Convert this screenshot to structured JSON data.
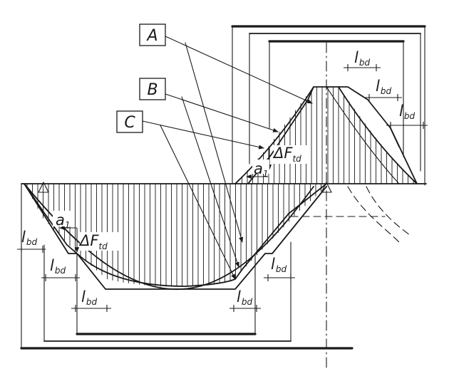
{
  "labels": {
    "A": "A",
    "B": "B",
    "C": "C",
    "l": "l",
    "bd": "bd",
    "a": "a",
    "one": "1",
    "delta_f": "ΔF",
    "td": "td"
  },
  "colors": {
    "line": "#1a1a1a",
    "background": "#ffffff"
  }
}
